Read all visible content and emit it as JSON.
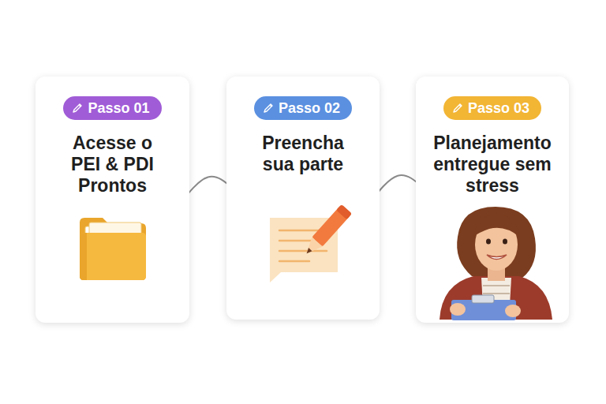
{
  "diagram": {
    "nodes": [
      {
        "text": [
          "Acesse o PEI & PDI Prontos"
        ]
      },
      {
        "text": [
          "Passo 01"
        ],
        "in": 0
      },
      {
        "text": [
          "Preencha sua parte"
        ]
      },
      {
        "text": [
          "Passo 02"
        ],
        "in": 2
      },
      {
        "text": [
          "Planejamento entregue sem stress"
        ]
      },
      {
        "text": [
          "Passo 03"
        ],
        "in": 4
      }
    ],
    "edges": [
      {
        "from": 0,
        "to": 2,
        "arrow": "to"
      },
      {
        "from": 2,
        "to": 4,
        "arrow": "to"
      }
    ]
  }
}
